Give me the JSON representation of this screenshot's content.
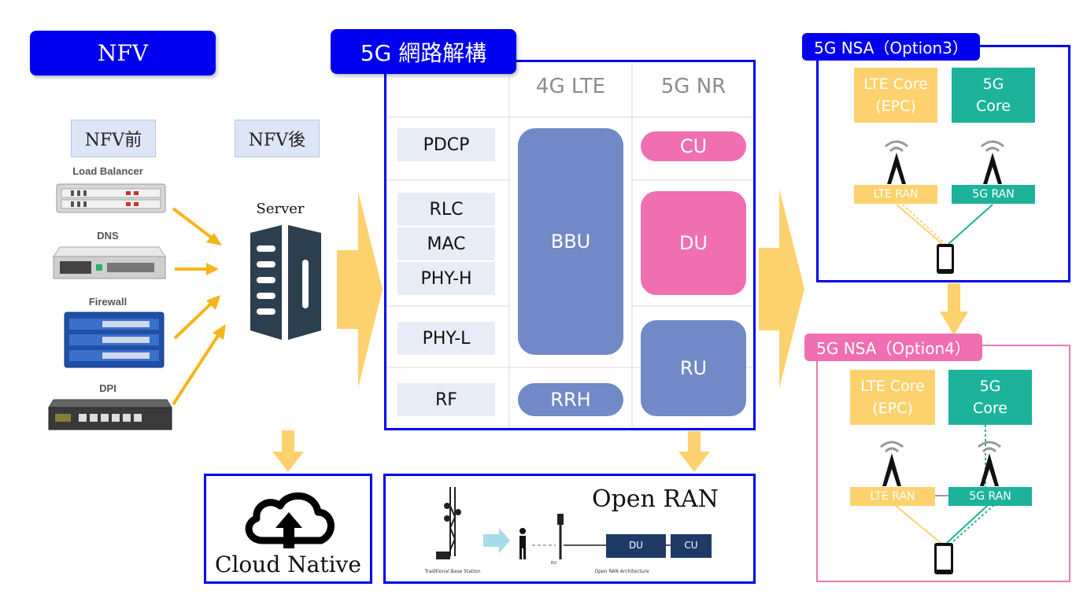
{
  "nfv": {
    "title": "NFV",
    "before": "NFV前",
    "after": "NFV後",
    "server_label": "Server",
    "devices": [
      "Load Balancer",
      "DNS",
      "Firewall",
      "DPI"
    ]
  },
  "cloud": {
    "label": "Cloud Native"
  },
  "decomp": {
    "title": "5G 網路解構",
    "col_lte": "4G LTE",
    "col_nr": "5G NR",
    "layers": [
      "PDCP",
      "RLC",
      "MAC",
      "PHY-H",
      "PHY-L",
      "RF"
    ],
    "lte_blocks": [
      "BBU",
      "RRH"
    ],
    "nr_blocks": [
      "CU",
      "DU",
      "RU"
    ]
  },
  "oran": {
    "title": "Open RAN",
    "du": "DU",
    "cu": "CU",
    "ru": "RU",
    "caption_left": "Traditional Base Station",
    "caption_right": "Open RAN Architecture"
  },
  "opt3": {
    "title": "5G NSA（Option3）",
    "lte_core": [
      "LTE Core",
      "(EPC)"
    ],
    "nr_core": [
      "5G",
      "Core"
    ],
    "lte_ran": "LTE RAN",
    "nr_ran": "5G RAN"
  },
  "opt4": {
    "title": "5G NSA（Option4）",
    "lte_core": [
      "LTE Core",
      "(EPC)"
    ],
    "nr_core": [
      "5G",
      "Core"
    ],
    "lte_ran": "LTE RAN",
    "nr_ran": "5G RAN"
  },
  "colors": {
    "blue": "#0000ee",
    "bbu": "#7189c7",
    "nr_pink": "#f06fb0",
    "lte_yellow": "#fdd26e",
    "nr_teal": "#1db39a",
    "arrow": "#fdd26e",
    "opt4_border": "#e879b3"
  }
}
